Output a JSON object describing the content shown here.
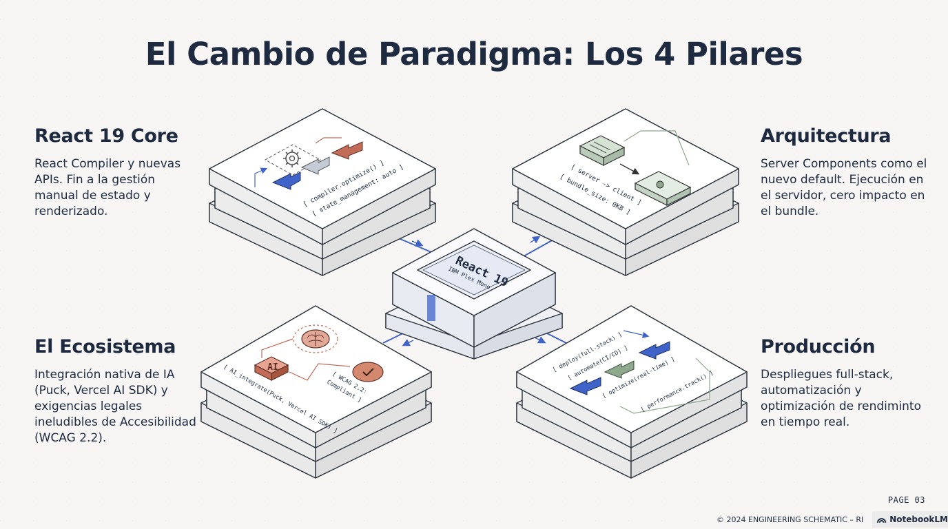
{
  "title": "El Cambio de Paradigma: Los 4 Pilares",
  "pillars": [
    {
      "heading": "React 19 Core",
      "body": "React Compiler y nuevas APIs. Fin a la gestión manual de estado y renderizado."
    },
    {
      "heading": "Arquitectura",
      "body": "Server Components como el nuevo default. Ejecución en el servidor, cero impacto en el bundle."
    },
    {
      "heading": "El Ecosistema",
      "body": "Integración nativa de IA (Puck, Vercel AI SDK) y exigencias legales ineludibles de Accesibilidad (WCAG 2.2)."
    },
    {
      "heading": "Producción",
      "body": "Despliegues full-stack, automatización y optimización de rendiminto en tiempo real."
    }
  ],
  "center": {
    "label": "React 19",
    "sublabel": "IBM Plex Mono"
  },
  "block_core": {
    "line1": "[ compiler.optimize() ]",
    "line2": "[ state_management: auto ]"
  },
  "block_arch": {
    "line1": "[ server -> client ]",
    "line2": "[ bundle_size: 0KB ]"
  },
  "block_eco": {
    "ai_label": "AI",
    "line1": "[ AI_integrate(Puck, Vercel AI SDK) ]",
    "line2": "[ WCAG 2.2:",
    "line3": "Compliant ]"
  },
  "block_prod": {
    "line1": "[ deploy(full-stack) ]",
    "line2": "[ automate(CI/CD) ]",
    "line3": "[ optimize(real-time) ]",
    "line4": "[ performance.track() ]"
  },
  "icons": {
    "core": "gear-icon",
    "arch": "server-icon",
    "eco": "brain-icon",
    "check": "checkmark-icon",
    "badge": "notebooklm-logo-icon"
  },
  "colors": {
    "accent_blue": "#3f63c9",
    "accent_rust": "#c26b56",
    "accent_sage": "#8ea88e",
    "ink": "#1d2a3f"
  },
  "page_label": "PAGE  03",
  "footer": "© 2024 ENGINEERING SCHEMATIC – RI",
  "badge_label": "NotebookLM"
}
